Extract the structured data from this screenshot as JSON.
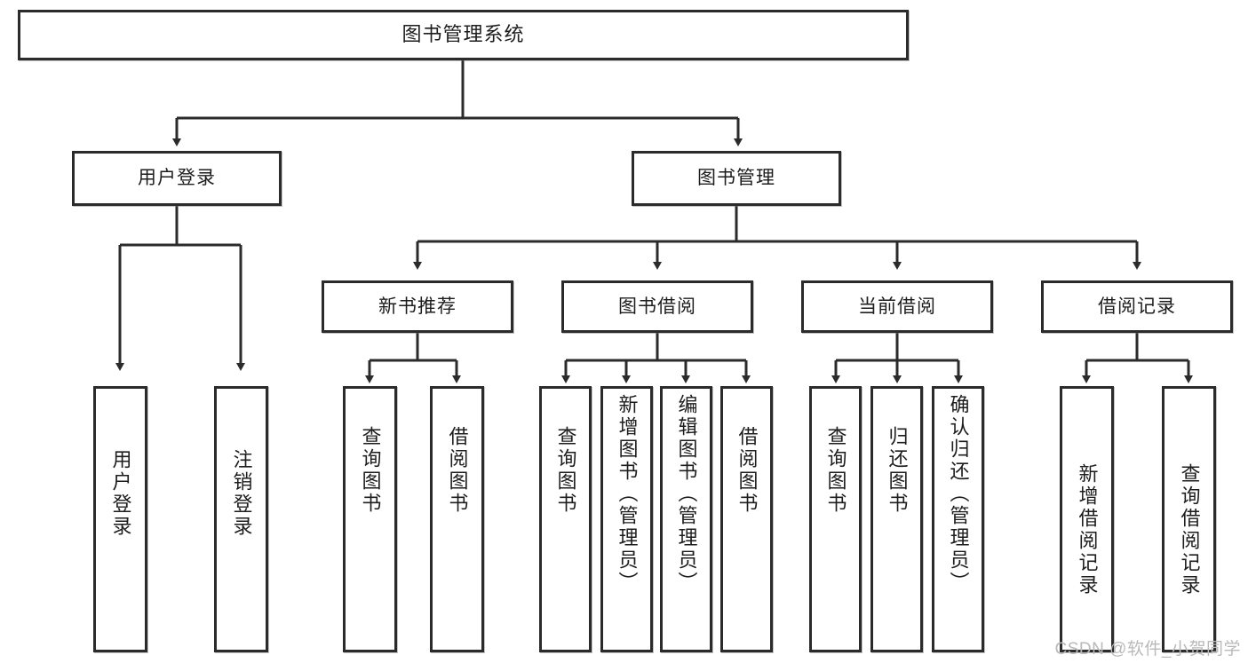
{
  "diagram": {
    "title": "图书管理系统",
    "watermark": "CSDN @软件_小贺同学",
    "edge_color": "#2b2b2b",
    "box_border_color": "#2b2b2b",
    "box_fill_color": "#ffffff",
    "text_color": "#1d1d1d"
  },
  "nodes": {
    "root": {
      "label": "图书管理系统"
    },
    "level2": [
      {
        "label": "用户登录"
      },
      {
        "label": "图书管理"
      }
    ],
    "level3": [
      {
        "label": "新书推荐"
      },
      {
        "label": "图书借阅"
      },
      {
        "label": "当前借阅"
      },
      {
        "label": "借阅记录"
      }
    ],
    "leaves": {
      "user_login": [
        {
          "label": "用户登录"
        },
        {
          "label": "注销登录"
        }
      ],
      "new_book_recommend": [
        {
          "label": "查询图书"
        },
        {
          "label": "借阅图书"
        }
      ],
      "book_borrow": [
        {
          "label": "查询图书"
        },
        {
          "label": "新增图书（管理员）"
        },
        {
          "label": "编辑图书（管理员）"
        },
        {
          "label": "借阅图书"
        }
      ],
      "current_borrow": [
        {
          "label": "查询图书"
        },
        {
          "label": "归还图书"
        },
        {
          "label": "确认归还（管理员）"
        }
      ],
      "borrow_record": [
        {
          "label": "新增借阅记录"
        },
        {
          "label": "查询借阅记录"
        }
      ]
    }
  }
}
